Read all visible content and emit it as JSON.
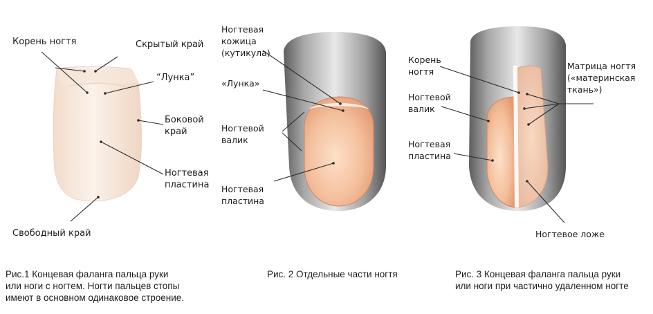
{
  "fig1": {
    "labels": {
      "root": "Корень ногтя",
      "hidden_edge": "Скрытый край",
      "lunula": "“Лунка”",
      "lateral_edge": [
        "Боковой",
        "край"
      ],
      "nail_plate": [
        "Ногтевая",
        "пластина"
      ],
      "free_edge": "Свободный край"
    },
    "caption": [
      "Рис.1 Концевая фаланга пальца руки",
      "или ноги с ногтем. Ногти пальцев стопы",
      "имеют в основном одинаковое строение."
    ]
  },
  "fig2": {
    "labels": {
      "cuticle": [
        "Ногтевая",
        "кожица",
        "(кутикула)"
      ],
      "lunula": "«Лунка»",
      "nail_fold": [
        "Ногтевой",
        "валик"
      ],
      "nail_plate": [
        "Ногтевая",
        "пластина"
      ]
    },
    "caption": [
      "Рис. 2 Отдельные части ногтя"
    ]
  },
  "fig3": {
    "labels": {
      "root": [
        "Корень",
        "ногтя"
      ],
      "nail_fold": [
        "Ногтевой",
        "валик"
      ],
      "nail_plate": [
        "Ногтевая",
        "пластина"
      ],
      "matrix": [
        "Матрица ногтя",
        "(«материнская",
        "ткань»)"
      ],
      "nail_bed": "Ногтевое ложе"
    },
    "caption": [
      "Рис. 3 Концевая фаланга пальца руки",
      "или ноги при частично удаленном ногте"
    ]
  },
  "colors": {
    "skin_light": "#f8ebe0",
    "skin_mid": "#f0cdb4",
    "nail_pink": "#f0b896",
    "finger_gray": "#8a8a8a",
    "leader_line": "#2a2a2a"
  }
}
